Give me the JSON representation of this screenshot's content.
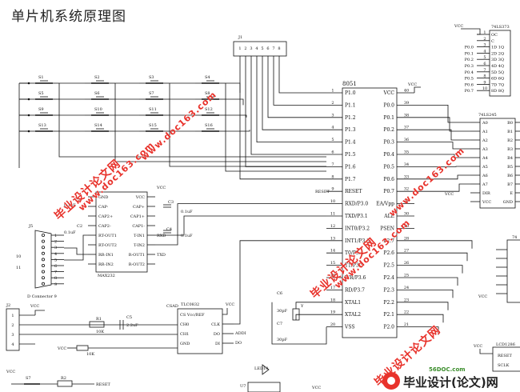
{
  "title": "单片机系统原理图",
  "mcu": {
    "name": "8051",
    "left_pins": [
      {
        "num": "1",
        "label": "P1.0"
      },
      {
        "num": "2",
        "label": "P1.1"
      },
      {
        "num": "3",
        "label": "P1.2"
      },
      {
        "num": "4",
        "label": "P1.3"
      },
      {
        "num": "5",
        "label": "P1.4"
      },
      {
        "num": "6",
        "label": "P1.5"
      },
      {
        "num": "7",
        "label": "P1.6"
      },
      {
        "num": "8",
        "label": "P1.7"
      },
      {
        "num": "9",
        "label": "RESET"
      },
      {
        "num": "10",
        "label": "RXD/P3.0"
      },
      {
        "num": "11",
        "label": "TXD/P3.1"
      },
      {
        "num": "12",
        "label": "INT0/P3.2"
      },
      {
        "num": "13",
        "label": "INT1/P3.3"
      },
      {
        "num": "14",
        "label": "T0/P3.4"
      },
      {
        "num": "15",
        "label": "T1/P3.5"
      },
      {
        "num": "16",
        "label": "WR/P3.6"
      },
      {
        "num": "17",
        "label": "RD/P3.7"
      },
      {
        "num": "18",
        "label": "XTAL1"
      },
      {
        "num": "19",
        "label": "XTAL2"
      },
      {
        "num": "20",
        "label": "VSS"
      }
    ],
    "right_pins": [
      {
        "num": "40",
        "label": "VCC"
      },
      {
        "num": "39",
        "label": "P0.0"
      },
      {
        "num": "38",
        "label": "P0.1"
      },
      {
        "num": "37",
        "label": "P0.2"
      },
      {
        "num": "36",
        "label": "P0.3"
      },
      {
        "num": "35",
        "label": "P0.4"
      },
      {
        "num": "34",
        "label": "P0.5"
      },
      {
        "num": "33",
        "label": "P0.6"
      },
      {
        "num": "32",
        "label": "P0.7"
      },
      {
        "num": "31",
        "label": "EA/Vpp"
      },
      {
        "num": "30",
        "label": "ALE"
      },
      {
        "num": "29",
        "label": "PSEN"
      },
      {
        "num": "28",
        "label": "P2.7"
      },
      {
        "num": "27",
        "label": "P2.6"
      },
      {
        "num": "26",
        "label": "P2.5"
      },
      {
        "num": "25",
        "label": "P2.4"
      },
      {
        "num": "24",
        "label": "P2.3"
      },
      {
        "num": "23",
        "label": "P2.2"
      },
      {
        "num": "22",
        "label": "P2.1"
      },
      {
        "num": "21",
        "label": "P2.0"
      }
    ]
  },
  "latch": {
    "name": "74LS373",
    "pins": [
      "OC",
      "C",
      "1D 1Q",
      "2D 2Q",
      "3D 3Q",
      "4D 4Q",
      "5D 5Q",
      "6D 6Q",
      "7D 7Q",
      "8D 8Q"
    ],
    "left_labels": [
      "P0.0",
      "P0.1",
      "P0.2",
      "P0.3",
      "P0.4",
      "P0.5",
      "P0.6",
      "P0.7"
    ],
    "vcc": "VCC"
  },
  "buffer": {
    "name": "74LS245",
    "left": [
      "A0",
      "A1",
      "A2",
      "A3",
      "A4",
      "A5",
      "A6",
      "A7",
      "DIR",
      "VCC"
    ],
    "right": [
      "B0",
      "B1",
      "B2",
      "B3",
      "B4",
      "B5",
      "B6",
      "B7",
      "E",
      "GND"
    ]
  },
  "max232": {
    "name": "MAX232",
    "left": [
      "GND",
      "CAP-",
      "CAP2+",
      "CAP2-",
      "RT-OUT1",
      "RT-OUT2",
      "RR-IN1",
      "RR-IN2"
    ],
    "right": [
      "VCC",
      "CAP+",
      "CAP1+",
      "CAP1-",
      "T-IN1",
      "T-IN2",
      "R-OUT1",
      "R-OUT2"
    ],
    "rxd": "RXD",
    "txd": "TXD",
    "caps": [
      "C1",
      "0.1uF",
      "C2",
      "0.1uF",
      "C3",
      "0.1uF",
      "C4",
      "0.1uF"
    ]
  },
  "adc": {
    "name": "TLC0832",
    "left": [
      "CS Vcc/REF",
      "CH0",
      "CH1",
      "GND"
    ],
    "right": [
      "CLK",
      "DO",
      "DI"
    ],
    "signals": [
      "CSAD",
      "ADDI",
      "DO"
    ]
  },
  "connector": {
    "name": "J5",
    "caption": "D Connector 9",
    "pins": [
      "10",
      "11"
    ]
  },
  "header_j1": "J1",
  "header_j2": "J2",
  "switches": [
    "S1",
    "S2",
    "S3",
    "S4",
    "S5",
    "S6",
    "S7",
    "S8",
    "S9",
    "S10",
    "S11",
    "S12",
    "S13",
    "S14",
    "S15",
    "S16"
  ],
  "crystal": {
    "caps": [
      "C6",
      "30pF",
      "C7",
      "30pF"
    ],
    "name": "Y"
  },
  "misc": {
    "vcc": "VCC",
    "reset": "RESET",
    "r1": "R1",
    "r1_val": "10K",
    "r2": "R2",
    "r2_val": "10K",
    "c5": "C5",
    "c5_val": "2.2uF",
    "s7": "S7",
    "led": "LED10",
    "u7": "U7",
    "lcd": "LCD1286",
    "lcd_reset": "RESET",
    "lcd_sclk": "SCLK",
    "ic_right": "74",
    "pin_nums_j5": [
      "1",
      "2",
      "3",
      "4",
      "5",
      "6",
      "7",
      "8",
      "9"
    ]
  },
  "watermarks": {
    "text": "毕业设计论文网",
    "url": "www.doc163.com",
    "logo_domain": "56DOC.com",
    "logo_text": "毕业设计(论文)网"
  }
}
